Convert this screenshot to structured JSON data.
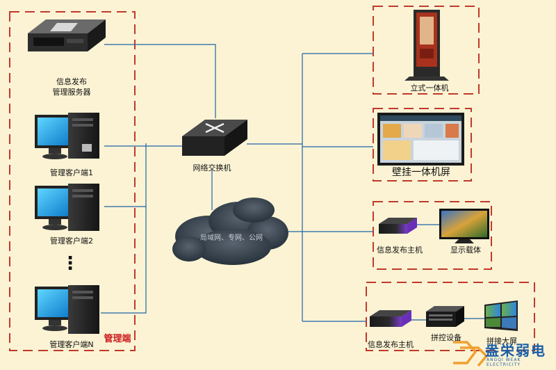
{
  "admin_group": {
    "server_label": "信息发布\n管理服务器",
    "client1_label": "管理客户端1",
    "client2_label": "管理客户端2",
    "clientN_label": "管理客户端N",
    "ellipsis": "⋮",
    "group_title": "管理端"
  },
  "switch_label": "网络交换机",
  "cloud_label": "局域网、专网、公网",
  "terminals": {
    "standing_label": "立式一体机",
    "wall_label": "壁挂一体机屏",
    "player1_label": "信息发布主机",
    "display_label": "显示载体",
    "player2_label": "信息发布主机",
    "controller_label": "拼控设备",
    "videowall_label": "拼接大屏"
  },
  "brand": {
    "name": "盎栄弱电",
    "sub": "ANGQI WEAK ELECTRICITY"
  },
  "colors": {
    "background": "#fbf3d4",
    "link_line": "#1f63a8",
    "group_border": "#c0392b",
    "accent_red": "#cc1a1a",
    "brand": "#1c5fa8"
  }
}
